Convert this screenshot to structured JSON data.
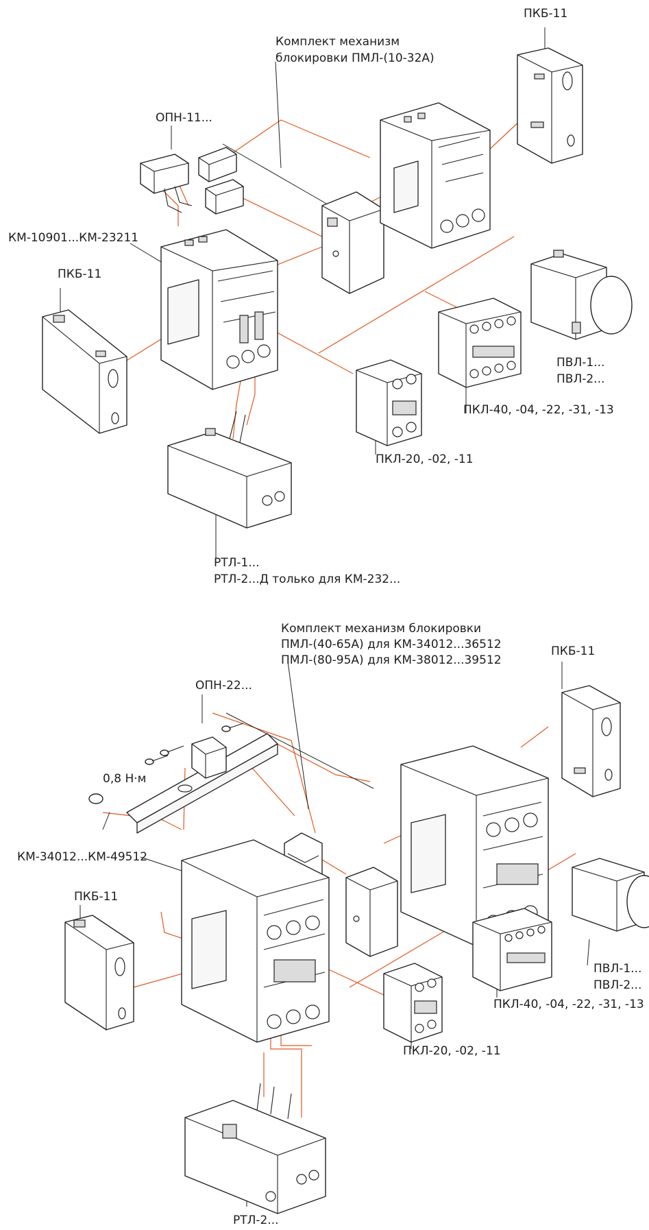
{
  "colors": {
    "connector": "#e2581f",
    "outline": "#222222",
    "text": "#1d1d1d"
  },
  "top": {
    "pml_kit_l1": "Комплект механизм",
    "pml_kit_l2": "блокировки ПМЛ-(10-32А)",
    "pkb_right": "ПКБ-11",
    "opn": "ОПН-11...",
    "km_range": "КМ-10901...КМ-23211",
    "pkb_left": "ПКБ-11",
    "pvl_l1": "ПВЛ-1...",
    "pvl_l2": "ПВЛ-2...",
    "pkl40": "ПКЛ-40, -04, -22, -31, -13",
    "pkl20": "ПКЛ-20, -02, -11",
    "rtl_l1": "РТЛ-1...",
    "rtl_l2": "РТЛ-2...Д только для КМ-232..."
  },
  "bottom": {
    "pml_kit_l1": "Комплект механизм блокировки",
    "pml_kit_l2": "ПМЛ-(40-65А) для КМ-34012...36512",
    "pml_kit_l3": "ПМЛ-(80-95А) для КМ-38012...39512",
    "pkb_right": "ПКБ-11",
    "opn": "ОПН-22...",
    "torque": "0,8 Н·м",
    "km_range": "КМ-34012...КМ-49512",
    "pkb_left": "ПКБ-11",
    "pvl_l1": "ПВЛ-1...",
    "pvl_l2": "ПВЛ-2...",
    "pkl40": "ПКЛ-40, -04, -22, -31, -13",
    "pkl20": "ПКЛ-20, -02, -11",
    "rtl": "РТЛ-2..."
  }
}
